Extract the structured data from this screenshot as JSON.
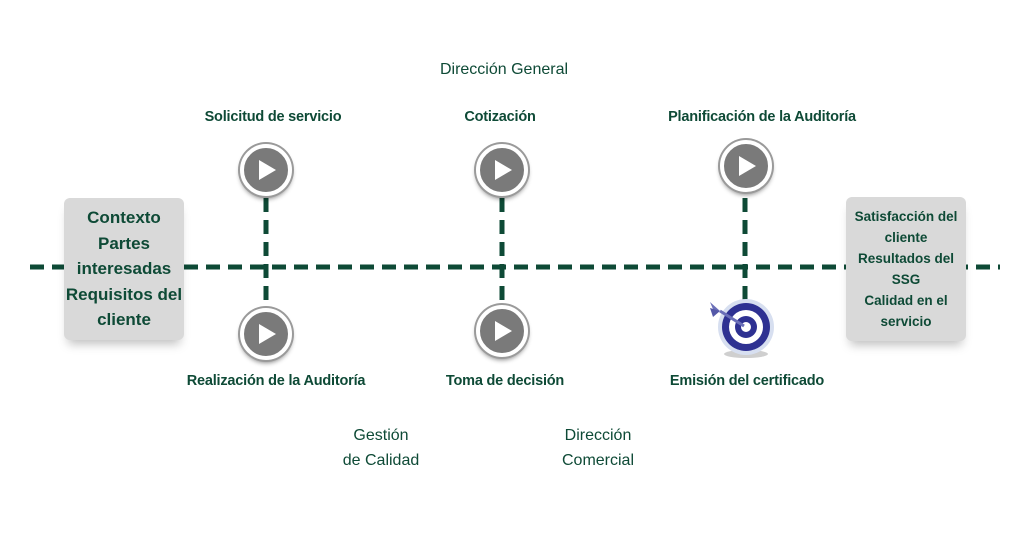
{
  "header": {
    "title": "Dirección General"
  },
  "left_box": {
    "lines": [
      "Contexto",
      "Partes",
      "interesadas",
      "Requisitos del",
      "cliente"
    ]
  },
  "right_box": {
    "lines": [
      "Satisfacción del",
      "cliente",
      "Resultados del",
      "SSG",
      "Calidad en el",
      "servicio"
    ]
  },
  "steps_top": [
    {
      "label": "Solicitud de servicio",
      "icon": "play-icon"
    },
    {
      "label": "Cotización",
      "icon": "play-icon"
    },
    {
      "label": "Planificación de la Auditoría",
      "icon": "play-icon"
    }
  ],
  "steps_bottom": [
    {
      "label": "Realización de la Auditoría",
      "icon": "play-icon"
    },
    {
      "label": "Toma de decisión",
      "icon": "play-icon"
    },
    {
      "label": "Emisión del certificado",
      "icon": "target-icon"
    }
  ],
  "footer": {
    "gestion": [
      "Gestión",
      "de Calidad"
    ],
    "comercial": [
      "Dirección",
      "Comercial"
    ]
  },
  "colors": {
    "line": "#0e4a36",
    "text": "#0e4a36",
    "box": "#d9d9d9",
    "icon": "#7a7a7a",
    "target": "#2e3192"
  }
}
